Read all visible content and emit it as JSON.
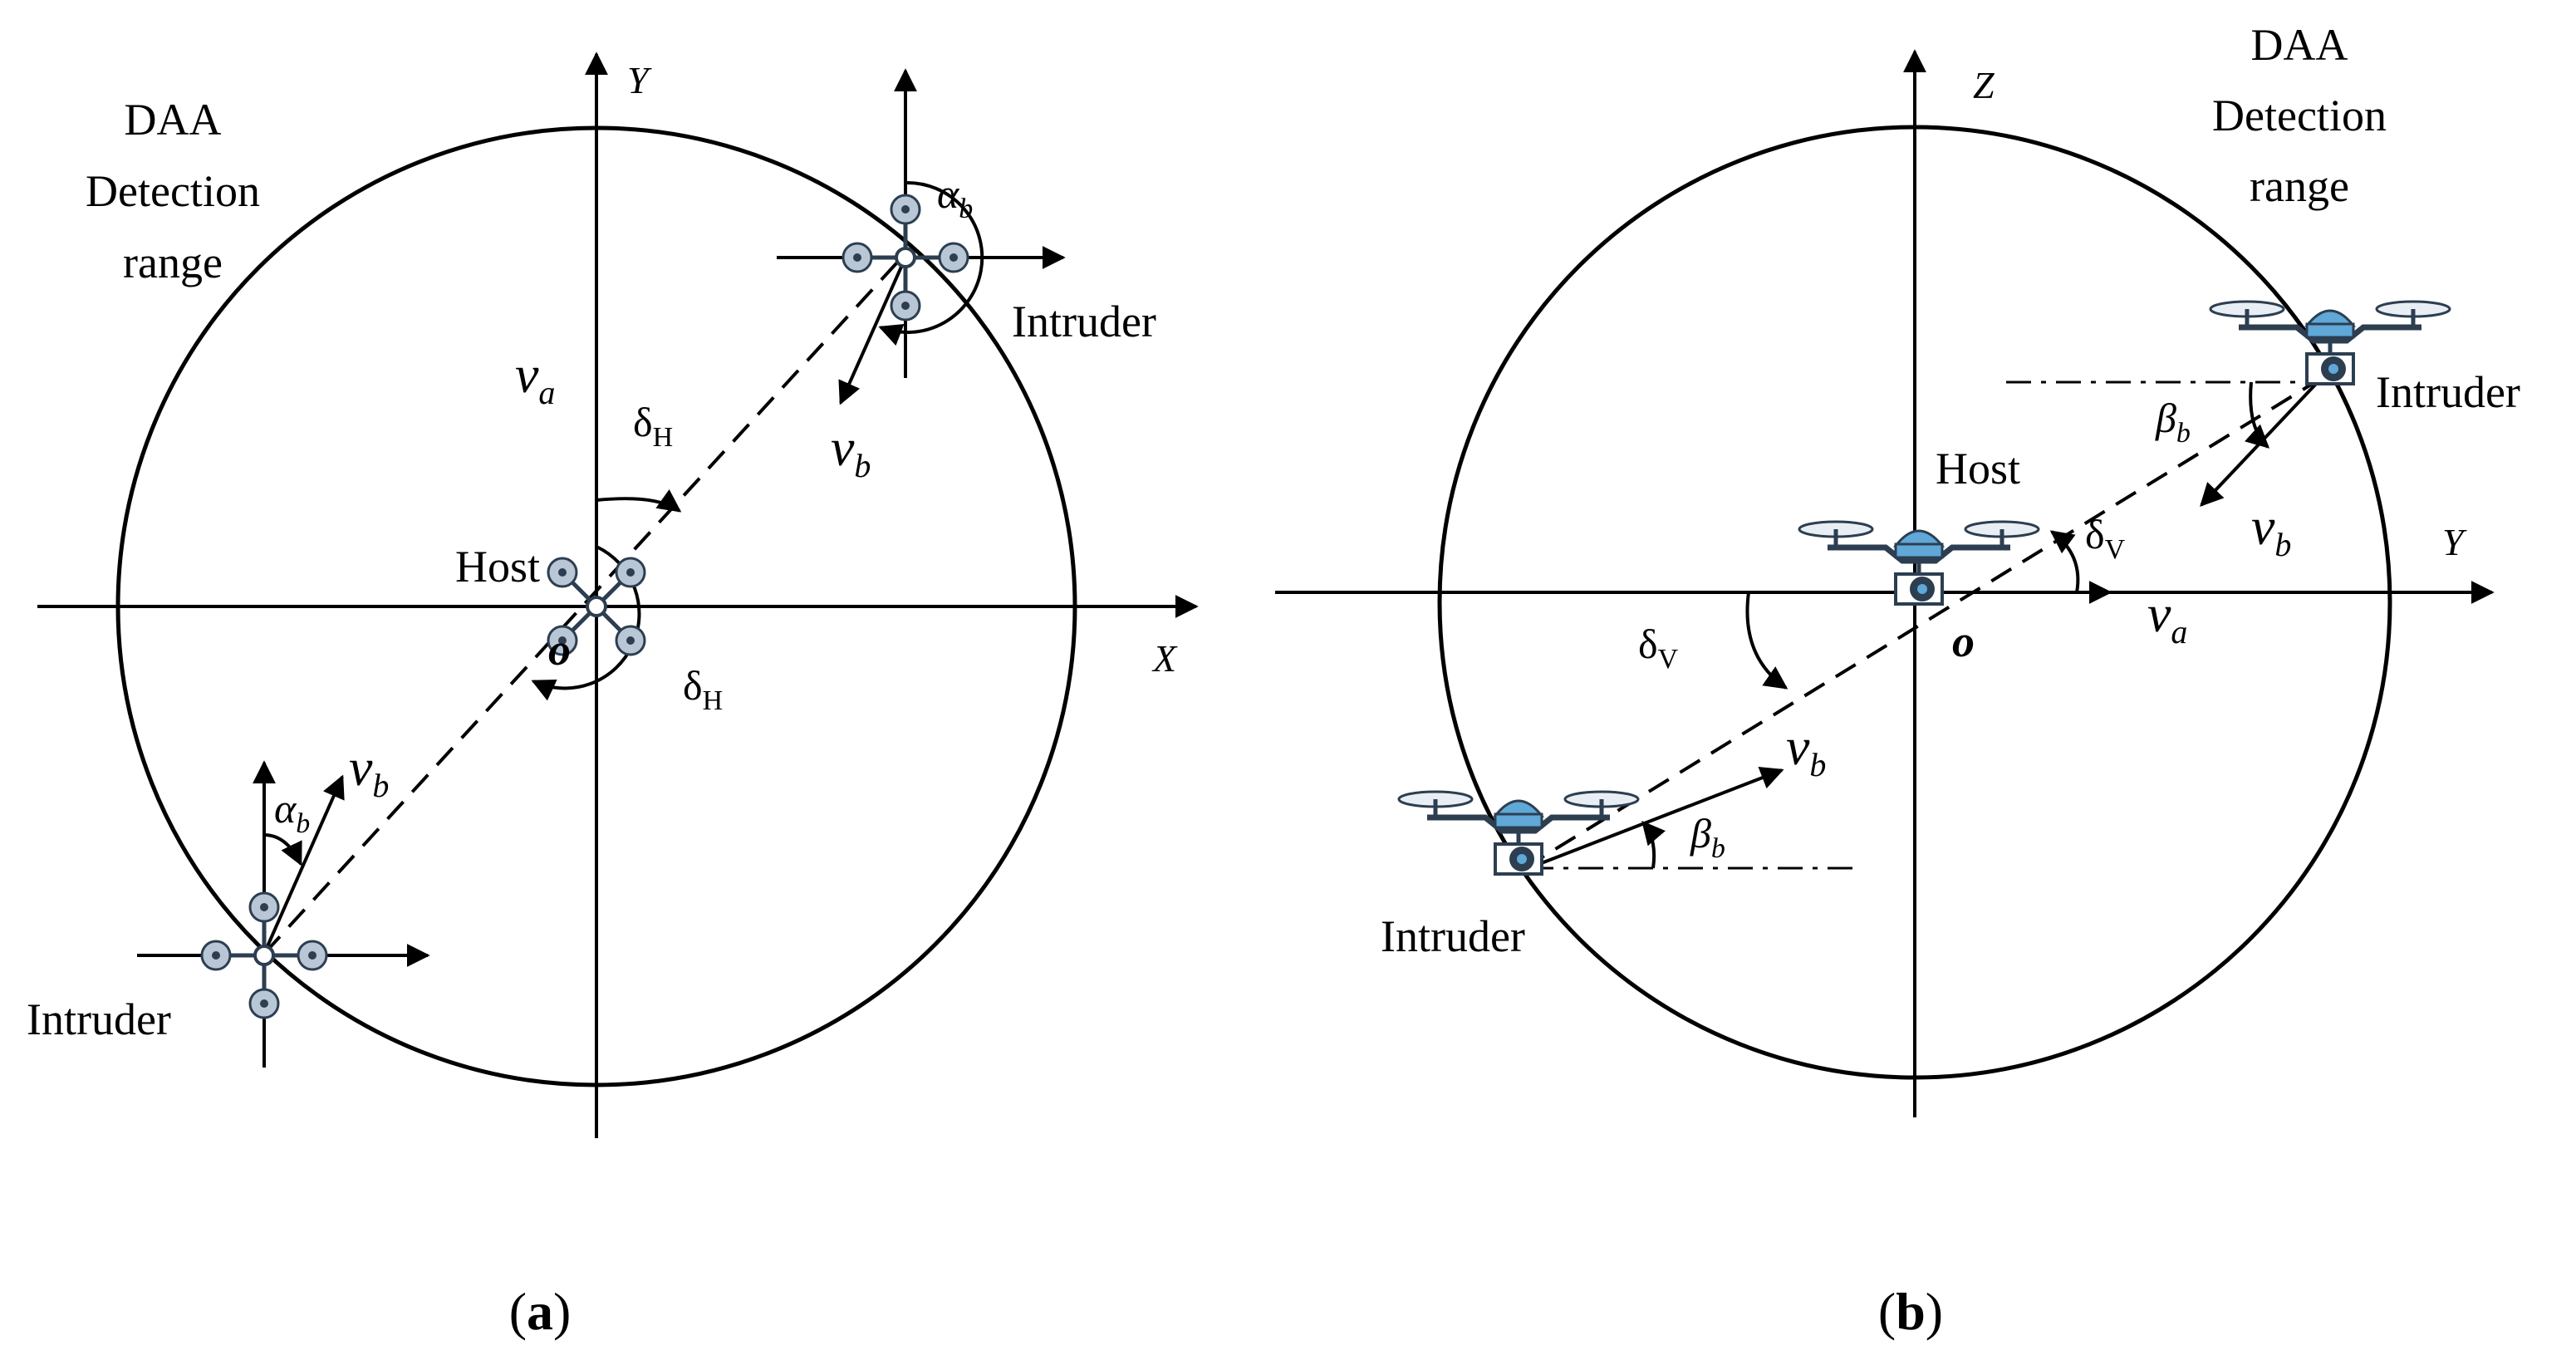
{
  "panel_a": {
    "caption_open": "(",
    "caption_letter": "a",
    "caption_close": ")",
    "range_label": [
      "DAA",
      "Detection",
      "range"
    ],
    "axis_x": "X",
    "axis_y": "Y",
    "origin": "o",
    "host": "Host",
    "intruder_top": "Intruder",
    "intruder_bottom": "Intruder",
    "v_a": "v",
    "v_a_sub": "a",
    "v_b_top": "v",
    "v_b_top_sub": "b",
    "v_b_bottom": "v",
    "v_b_bottom_sub": "b",
    "alpha_top": "α",
    "alpha_top_sub": "b",
    "alpha_bottom": "α",
    "alpha_bottom_sub": "b",
    "delta_top": "δ",
    "delta_top_sub": "H",
    "delta_bottom": "δ",
    "delta_bottom_sub": "H"
  },
  "panel_b": {
    "caption_open": "(",
    "caption_letter": "b",
    "caption_close": ")",
    "range_label": [
      "DAA",
      "Detection",
      "range"
    ],
    "axis_y": "Y",
    "axis_z": "Z",
    "origin": "o",
    "host": "Host",
    "intruder_top": "Intruder",
    "intruder_bottom": "Intruder",
    "v_a": "v",
    "v_a_sub": "a",
    "v_b_top": "v",
    "v_b_top_sub": "b",
    "v_b_bottom": "v",
    "v_b_bottom_sub": "b",
    "beta_top": "β",
    "beta_top_sub": "b",
    "beta_bottom": "β",
    "beta_bottom_sub": "b",
    "delta_top": "δ",
    "delta_top_sub": "V",
    "delta_bottom": "δ",
    "delta_bottom_sub": "V"
  },
  "colors": {
    "line": "#000000",
    "drone_body": "#5fa8d8",
    "rotor": "#b8c6d6"
  }
}
